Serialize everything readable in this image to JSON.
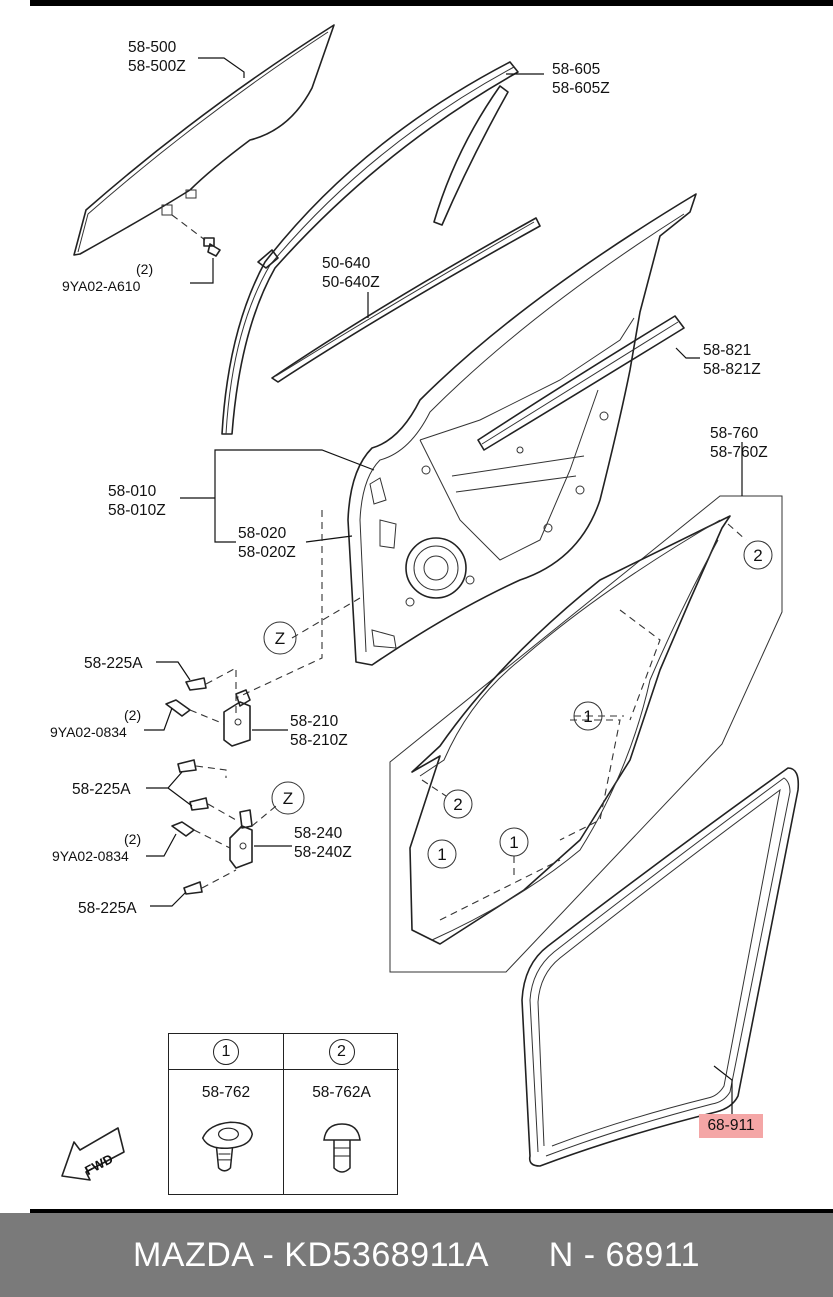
{
  "labels": {
    "glass": [
      "58-500",
      "58-500Z"
    ],
    "glass_bolt": [
      "(2)",
      "9YA02-A610"
    ],
    "channel_605": [
      "58-605",
      "58-605Z"
    ],
    "weatherstrip_640": [
      "50-640",
      "50-640Z"
    ],
    "molding_821": [
      "58-821",
      "58-821Z"
    ],
    "door_010": [
      "58-010",
      "58-010Z"
    ],
    "door_020": [
      "58-020",
      "58-020Z"
    ],
    "seal_760": [
      "58-760",
      "58-760Z"
    ],
    "bolt_225a_1": "58-225A",
    "bolt_0834_1": [
      "(2)",
      "9YA02-0834"
    ],
    "hinge_210": [
      "58-210",
      "58-210Z"
    ],
    "bolt_225a_2": "58-225A",
    "bolt_0834_2": [
      "(2)",
      "9YA02-0834"
    ],
    "hinge_240": [
      "58-240",
      "58-240Z"
    ],
    "bolt_225a_3": "58-225A",
    "weatherstrip_911": "68-911"
  },
  "callouts": {
    "z": "Z",
    "one": "1",
    "two": "2"
  },
  "legend": {
    "col1": {
      "marker": "1",
      "part": "58-762"
    },
    "col2": {
      "marker": "2",
      "part": "58-762A"
    }
  },
  "fwd_label": "FWD",
  "footer": {
    "left": "MAZDA - KD5368911A",
    "right": "N - 68911"
  },
  "colors": {
    "highlight": "#f4a6a6",
    "footer_bg": "#7a7a7a"
  }
}
